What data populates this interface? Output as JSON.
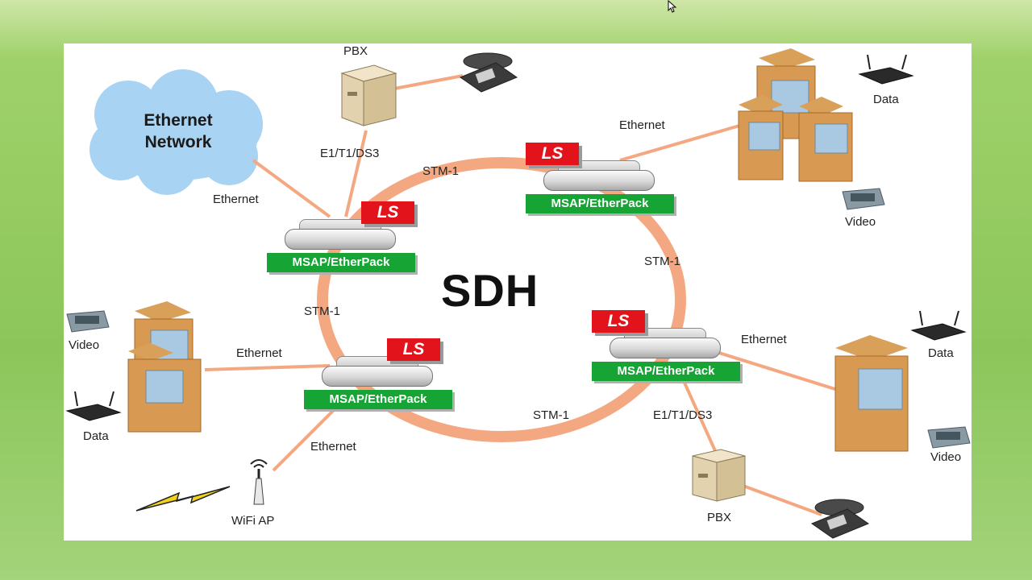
{
  "diagram": {
    "ring_label": "SDH",
    "cloud_label": "Ethernet Network",
    "nodes": {
      "top_left": {
        "brand": "LS",
        "name": "MSAP/EtherPack"
      },
      "top_right": {
        "brand": "LS",
        "name": "MSAP/EtherPack"
      },
      "bottom_right": {
        "brand": "LS",
        "name": "MSAP/EtherPack"
      },
      "bottom_left": {
        "brand": "LS",
        "name": "MSAP/EtherPack"
      }
    },
    "links": {
      "stm_top": "STM-1",
      "stm_right": "STM-1",
      "stm_left": "STM-1",
      "stm_bottom": "STM-1",
      "eth_cloud": "Ethernet",
      "eth_top_right": "Ethernet",
      "eth_left": "Ethernet",
      "eth_right": "Ethernet",
      "eth_wifi": "Ethernet",
      "e1_top": "E1/T1/DS3",
      "e1_bottom": "E1/T1/DS3"
    },
    "endpoints": {
      "pbx_top": "PBX",
      "pbx_bottom": "PBX",
      "data_tr": "Data",
      "video_tr": "Video",
      "video_left": "Video",
      "data_left": "Data",
      "data_right": "Data",
      "video_right": "Video",
      "wifi": "WiFi AP"
    }
  },
  "colors": {
    "ring": "#f4a882",
    "link": "#f4a882",
    "brand_red": "#e3131b",
    "tag_green": "#16a534",
    "cloud": "#a9d3f2",
    "building": "#d9a05a"
  }
}
